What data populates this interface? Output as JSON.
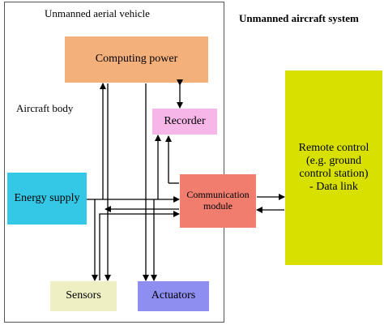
{
  "labels": {
    "uav_title": "Unmanned aerial vehicle",
    "uas_title": "Unmanned aircraft system",
    "aircraft_body": "Aircraft body"
  },
  "boxes": {
    "computing_power": "Computing power",
    "recorder": "Recorder",
    "energy_supply": "Energy supply",
    "communication_module": [
      "Communication",
      "module"
    ],
    "remote_control": [
      "Remote control",
      "(e.g. ground",
      "control station)",
      "- Data link"
    ],
    "sensors": "Sensors",
    "actuators": "Actuators"
  },
  "colors": {
    "computing_power": "#f4b07a",
    "recorder": "#f7b6e8",
    "energy_supply": "#35c8e6",
    "communication_module": "#f07d6e",
    "remote_control": "#d8e000",
    "sensors": "#efefc4",
    "actuators": "#8e8ef0"
  }
}
